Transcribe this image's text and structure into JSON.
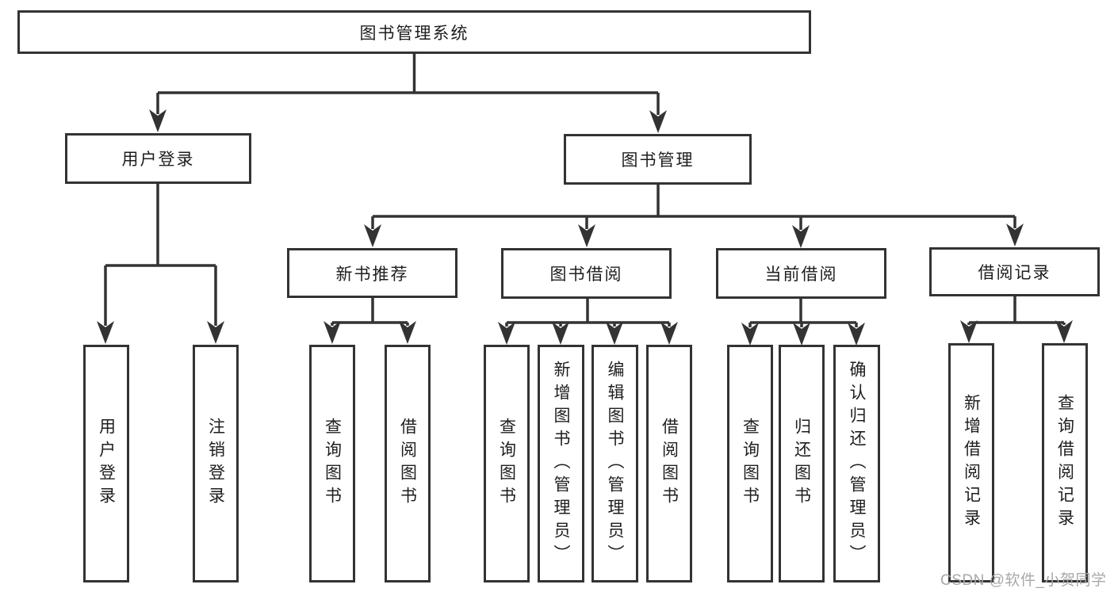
{
  "diagram": {
    "tree": {
      "root": {
        "label": "图书管理系统"
      },
      "children": [
        {
          "label": "用户登录",
          "children": [
            {
              "label": "用户登录"
            },
            {
              "label": "注销登录"
            }
          ]
        },
        {
          "label": "图书管理",
          "children": [
            {
              "label": "新书推荐",
              "children": [
                {
                  "label": "查询图书"
                },
                {
                  "label": "借阅图书"
                }
              ]
            },
            {
              "label": "图书借阅",
              "children": [
                {
                  "label": "查询图书"
                },
                {
                  "label": "新增图书（管理员）"
                },
                {
                  "label": "编辑图书（管理员）"
                },
                {
                  "label": "借阅图书"
                }
              ]
            },
            {
              "label": "当前借阅",
              "children": [
                {
                  "label": "查询图书"
                },
                {
                  "label": "归还图书"
                },
                {
                  "label": "确认归还（管理员）"
                }
              ]
            },
            {
              "label": "借阅记录",
              "children": [
                {
                  "label": "新增借阅记录"
                },
                {
                  "label": "查询借阅记录"
                }
              ]
            }
          ]
        }
      ]
    },
    "colors": {
      "line": "#333333",
      "text": "#1e1e1e",
      "background": "#ffffff",
      "watermark_color": "#a8a8a8"
    }
  },
  "watermark": {
    "text": "CSDN @软件_小贺同学"
  }
}
